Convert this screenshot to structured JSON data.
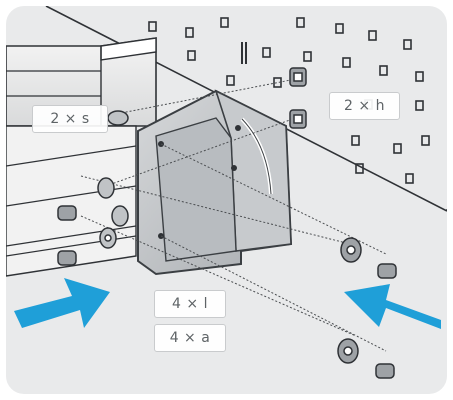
{
  "labels": {
    "s": "2 × s",
    "h": "2 × h",
    "l": "4 × l",
    "a": "4 × a"
  },
  "colors": {
    "background_panel": "#e9eaeb",
    "arrow": "#1f9fd8",
    "metal": "#bfc2c5",
    "outline": "#4a4d50"
  }
}
